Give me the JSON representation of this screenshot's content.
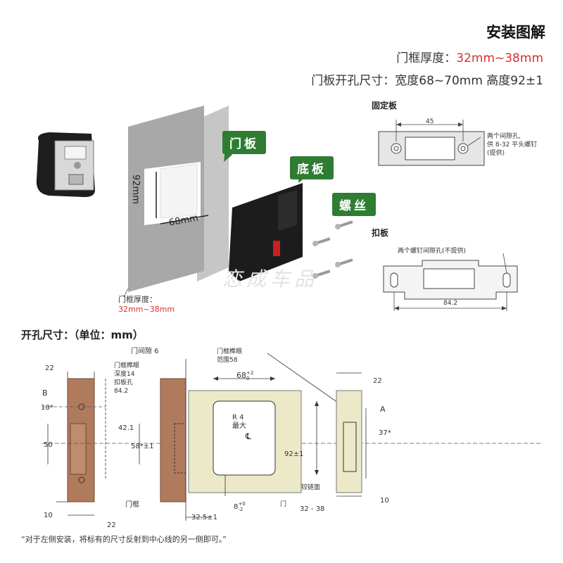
{
  "header": {
    "title": "安装图解",
    "frame_thickness_label": "门框厚度：",
    "frame_thickness_value": "32mm~38mm",
    "cutout_label": "门板开孔尺寸：宽度68~70mm  高度92±1"
  },
  "illustration": {
    "door_tag": "门板",
    "base_tag": "底板",
    "screw_tag": "螺丝",
    "dim_height": "92mm",
    "dim_width": "68mm",
    "frame_thickness_label": "门框厚度：",
    "frame_thickness_value": "32mm~38mm",
    "watermark": "恋成车品"
  },
  "fixing_plate": {
    "title": "固定板",
    "dim": "45",
    "note_line1": "两个间隙孔,",
    "note_line2": "供 8-32 平头螺钉",
    "note_line3": "(提供)"
  },
  "strike_plate": {
    "title": "扣板",
    "note": "两个螺钉间隙孔(不提供)",
    "dim": "84.2"
  },
  "drawing": {
    "section_title": "开孔尺寸：（单位：mm）",
    "left_view": {
      "dim_22": "22",
      "label_b": "B",
      "dim_18": "18*",
      "dim_50": "50",
      "dim_10": "10",
      "dim_22_bottom": "22"
    },
    "middle_labels": {
      "mortise_line1": "门框榫眼",
      "mortise_line2": "深度14",
      "hole_label": "扣板孔",
      "hole_dim": "84.2",
      "dim_42": "42.1",
      "dim_58": "58*±1",
      "frame_label": "门框",
      "gap_label": "门间隙 6"
    },
    "door_panel": {
      "mortise_range_line1": "门框榫眼",
      "mortise_range_line2": "范围58",
      "width_dim": "68",
      "width_tol_upper": "+2",
      "width_tol_lower": "0",
      "radius_line1": "R 4",
      "radius_line2": "最大",
      "center_mark": "℄",
      "height_dim": "92±1",
      "hinge_label": "铰链面",
      "door_label": "门",
      "dim_8": "8",
      "dim_8_upper": "+0",
      "dim_8_lower": "-2",
      "dim_325": "32.5±1"
    },
    "right_view": {
      "dim_22": "22",
      "label_a": "A",
      "dim_37": "37*",
      "dim_10": "10",
      "dim_range": "32 - 38"
    },
    "footnote": "“对于左侧安装，将标有的尺寸反射到中心线的另一侧即可。”"
  },
  "colors": {
    "accent_green": "#2e7d32",
    "highlight_red": "#d63030",
    "wood": "#b07a5c",
    "panel_beige": "#ece9c8"
  }
}
